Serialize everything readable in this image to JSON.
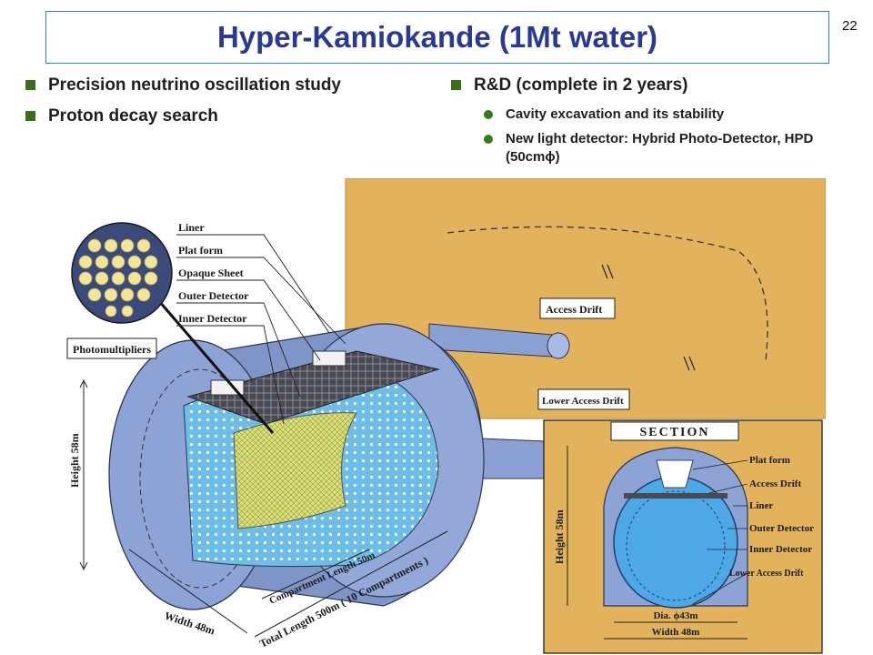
{
  "slide": {
    "title": "Hyper-Kamiokande (1Mt water)",
    "number": "22"
  },
  "left_bullets": [
    "Precision neutrino oscillation study",
    "Proton decay search"
  ],
  "right_bullet": {
    "label": "R&D (complete in 2 years)",
    "sub_items": [
      "Cavity excavation and its stability",
      "New light detector: Hybrid Photo-Detector, HPD (50cmϕ)"
    ]
  },
  "figure": {
    "left_labels": [
      "Liner",
      "Plat form",
      "Opaque Sheet",
      "Outer Detector",
      "Inner Detector"
    ],
    "photomultipliers_label": "Photomultipliers",
    "access_drift": "Access Drift",
    "lower_access_drift": "Lower Access Drift",
    "height": "Height 58m",
    "width": "Width 48m",
    "compartment_length": "Compartment Length 50m",
    "total_length": "Total Length 500m ( 10 Compartments )",
    "section": {
      "title": "SECTION",
      "labels": [
        "Plat form",
        "Access Drift",
        "Liner",
        "Outer Detector",
        "Inner Detector",
        "Lower Access Drift"
      ],
      "height": "Height 58m",
      "dia": "Dia. ϕ43m",
      "width": "Width 48m"
    }
  },
  "colors": {
    "title": "#2a3a94",
    "bullet_square": "#3a6e1a",
    "rock": "#e2b35c",
    "tank": "#7f95c8",
    "detector": "#5fb8e6"
  }
}
